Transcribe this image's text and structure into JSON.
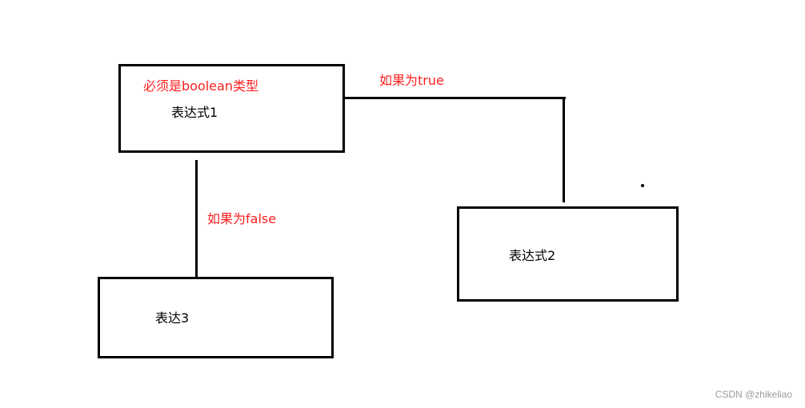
{
  "diagram": {
    "nodes": [
      {
        "id": "expr1",
        "label": "表达式1",
        "note": "必须是boolean类型"
      },
      {
        "id": "expr2",
        "label": "表达式2"
      },
      {
        "id": "expr3",
        "label": "表达3"
      }
    ],
    "edges": [
      {
        "from": "expr1",
        "to": "expr2",
        "label": "如果为true"
      },
      {
        "from": "expr1",
        "to": "expr3",
        "label": "如果为false"
      }
    ]
  },
  "colors": {
    "annotation": "#ff1f1f",
    "lines": "#000000",
    "text": "#000000",
    "watermark": "#9a9a9a"
  },
  "watermark": "CSDN @zhikeliao"
}
